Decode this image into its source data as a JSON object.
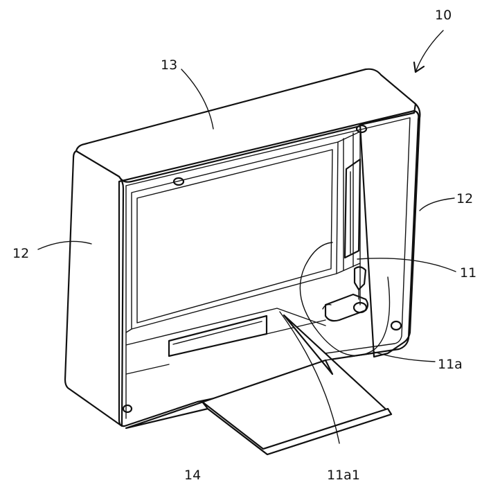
{
  "labels": {
    "device": "10",
    "top_wall": "13",
    "side_wall_right": "12",
    "side_wall_left": "12",
    "mount_part": "11",
    "mount_part_detail": "11a",
    "base_plate": "14",
    "plate_edge": "11a1"
  },
  "colors": {
    "line": "#111111",
    "background": "#ffffff"
  }
}
